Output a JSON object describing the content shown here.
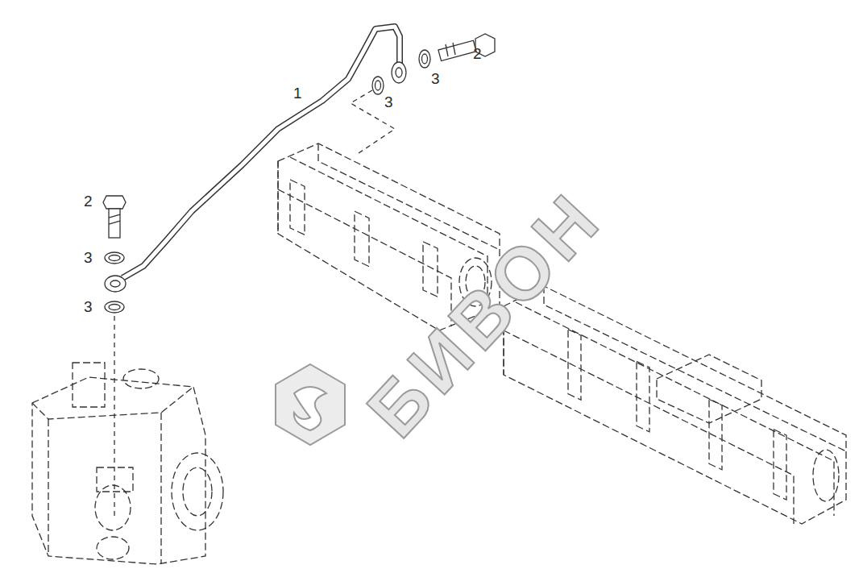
{
  "diagram": {
    "labels": [
      "2",
      "3",
      "1",
      "3",
      "2",
      "3",
      "3",
      "БИВОН"
    ]
  }
}
